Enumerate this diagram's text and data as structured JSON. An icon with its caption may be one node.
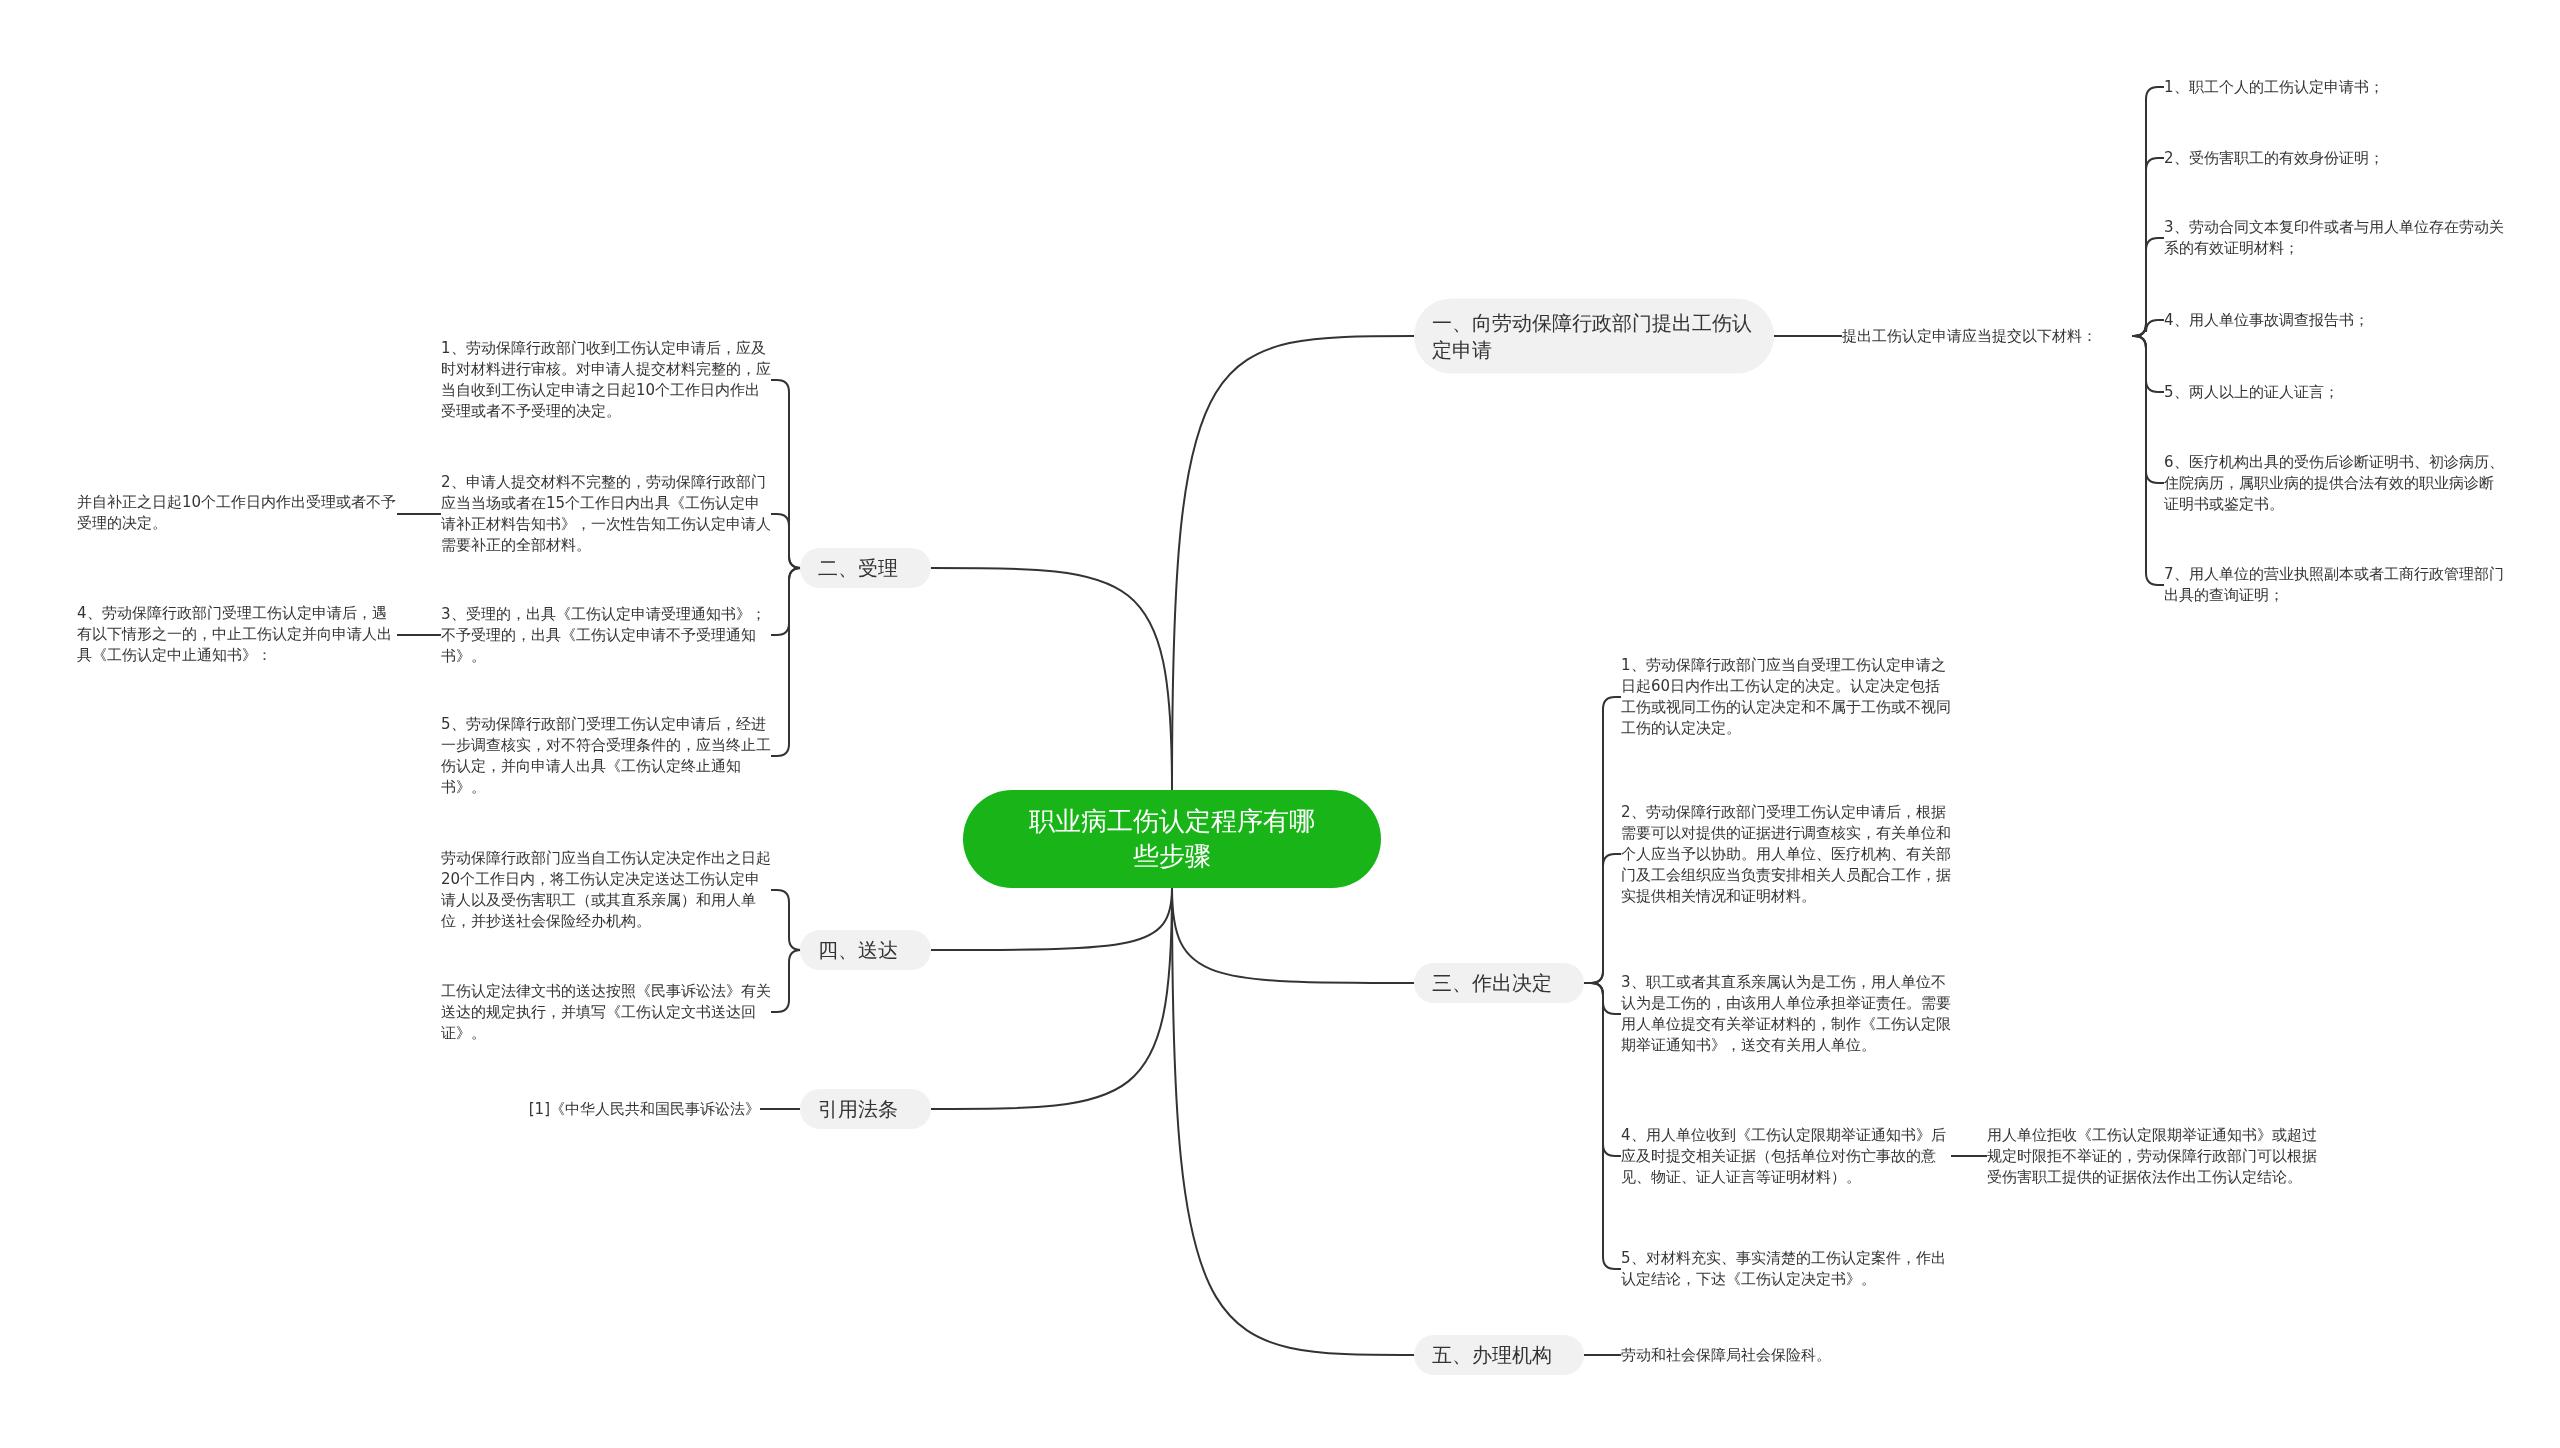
{
  "diagram": {
    "nodes": [
      {
        "text": [
          "职业病工伤认定程序有哪些步骤"
        ]
      },
      {
        "text": [
          "一、向劳动保障行政部门提出工伤认定申请"
        ]
      },
      {
        "text": [
          "提出工伤认定申请应当提交以下材料："
        ]
      },
      {
        "text": [
          "1、职工个人的工伤认定申请书；"
        ]
      },
      {
        "text": [
          "2、受伤害职工的有效身份证明；"
        ]
      },
      {
        "text": [
          "3、劳动合同文本复印件或者与用人单位存在劳动关系的有效证明材料；"
        ]
      },
      {
        "text": [
          "4、用人单位事故调查报告书；"
        ]
      },
      {
        "text": [
          "5、两人以上的证人证言；"
        ]
      },
      {
        "text": [
          "6、医疗机构出具的受伤后诊断证明书、初诊病历、住院病历，属职业病的提供合法有效的职业病诊断证明书或鉴定书。"
        ]
      },
      {
        "text": [
          "7、用人单位的营业执照副本或者工商行政管理部门出具的查询证明；"
        ]
      },
      {
        "text": [
          "二、受理"
        ]
      },
      {
        "text": [
          "1、劳动保障行政部门收到工伤认定申请后，应及时对材料进行审核。对申请人提交材料完整的，应当自收到工伤认定申请之日起10个工作日内作出受理或者不予受理的决定。"
        ]
      },
      {
        "text": [
          "2、申请人提交材料不完整的，劳动保障行政部门应当当场或者在15个工作日内出具《工伤认定申请补正材料告知书》，一次性告知工伤认定申请人需要补正的全部材料。"
        ]
      },
      {
        "text": [
          "并自补正之日起10个工作日内作出受理或者不予受理的决定。"
        ]
      },
      {
        "text": [
          "3、受理的，出具《工伤认定申请受理通知书》；不予受理的，出具《工伤认定申请不予受理通知书》。"
        ]
      },
      {
        "text": [
          "4、劳动保障行政部门受理工伤认定申请后，遇有以下情形之一的，中止工伤认定并向申请人出具《工伤认定中止通知书》："
        ]
      },
      {
        "text": [
          "5、劳动保障行政部门受理工伤认定申请后，经进一步调查核实，对不符合受理条件的，应当终止工伤认定，并向申请人出具《工伤认定终止通知书》。"
        ]
      },
      {
        "text": [
          "三、作出决定"
        ]
      },
      {
        "text": [
          "1、劳动保障行政部门应当自受理工伤认定申请之日起60日内作出工伤认定的决定。认定决定包括工伤或视同工伤的认定决定和不属于工伤或不视同工伤的认定决定。"
        ]
      },
      {
        "text": [
          "2、劳动保障行政部门受理工伤认定申请后，根据需要可以对提供的证据进行调查核实，有关单位和个人应当予以协助。用人单位、医疗机构、有关部门及工会组织应当负责安排相关人员配合工作，据实提供相关情况和证明材料。"
        ]
      },
      {
        "text": [
          "3、职工或者其直系亲属认为是工伤，用人单位不认为是工伤的，由该用人单位承担举证责任。需要用人单位提交有关举证材料的，制作《工伤认定限期举证通知书》，送交有关用人单位。"
        ]
      },
      {
        "text": [
          "4、用人单位收到《工伤认定限期举证通知书》后应及时提交相关证据（包括单位对伤亡事故的意见、物证、证人证言等证明材料）。"
        ]
      },
      {
        "text": [
          "5、对材料充实、事实清楚的工伤认定案件，作出认定结论，下达《工伤认定决定书》。"
        ]
      },
      {
        "text": [
          "用人单位拒收《工伤认定限期举证通知书》或超过规定时限拒不举证的，劳动保障行政部门可以根据受伤害职工提供的证据依法作出工伤认定结论。"
        ]
      },
      {
        "text": [
          "四、送达"
        ]
      },
      {
        "text": [
          "劳动保障行政部门应当自工伤认定决定作出之日起20个工作日内，将工伤认定决定送达工伤认定申请人以及受伤害职工（或其直系亲属）和用人单位，并抄送社会保险经办机构。"
        ]
      },
      {
        "text": [
          "工伤认定法律文书的送达按照《民事诉讼法》有关送达的规定执行，并填写《工伤认定文书送达回证》。"
        ]
      },
      {
        "text": [
          "五、办理机构"
        ]
      },
      {
        "text": [
          "劳动和社会保障局社会保险科。"
        ]
      },
      {
        "text": [
          "引用法条"
        ]
      },
      {
        "text": [
          "[1]《中华人民共和国民事诉讼法》"
        ]
      }
    ],
    "edges": [
      {
        "from": 0,
        "to": 1,
        "arrow": "none"
      },
      {
        "from": 1,
        "to": 2,
        "arrow": "none"
      },
      {
        "from": 2,
        "to": 3,
        "arrow": "none"
      },
      {
        "from": 2,
        "to": 4,
        "arrow": "none"
      },
      {
        "from": 2,
        "to": 5,
        "arrow": "none"
      },
      {
        "from": 2,
        "to": 6,
        "arrow": "none"
      },
      {
        "from": 2,
        "to": 7,
        "arrow": "none"
      },
      {
        "from": 2,
        "to": 8,
        "arrow": "none"
      },
      {
        "from": 2,
        "to": 9,
        "arrow": "none"
      },
      {
        "from": 0,
        "to": 10,
        "arrow": "none"
      },
      {
        "from": 10,
        "to": 11,
        "arrow": "none"
      },
      {
        "from": 10,
        "to": 12,
        "arrow": "none"
      },
      {
        "from": 12,
        "to": 13,
        "arrow": "none"
      },
      {
        "from": 10,
        "to": 14,
        "arrow": "none"
      },
      {
        "from": 14,
        "to": 15,
        "arrow": "none"
      },
      {
        "from": 10,
        "to": 16,
        "arrow": "none"
      },
      {
        "from": 0,
        "to": 17,
        "arrow": "none"
      },
      {
        "from": 17,
        "to": 18,
        "arrow": "none"
      },
      {
        "from": 17,
        "to": 19,
        "arrow": "none"
      },
      {
        "from": 17,
        "to": 20,
        "arrow": "none"
      },
      {
        "from": 17,
        "to": 21,
        "arrow": "none"
      },
      {
        "from": 17,
        "to": 22,
        "arrow": "none"
      },
      {
        "from": 21,
        "to": 23,
        "arrow": "none"
      },
      {
        "from": 0,
        "to": 24,
        "arrow": "none"
      },
      {
        "from": 24,
        "to": 25,
        "arrow": "none"
      },
      {
        "from": 24,
        "to": 26,
        "arrow": "none"
      },
      {
        "from": 0,
        "to": 27,
        "arrow": "none"
      },
      {
        "from": 27,
        "to": 28,
        "arrow": "none"
      },
      {
        "from": 0,
        "to": 29,
        "arrow": "none"
      },
      {
        "from": 29,
        "to": 30,
        "arrow": "none"
      }
    ]
  }
}
